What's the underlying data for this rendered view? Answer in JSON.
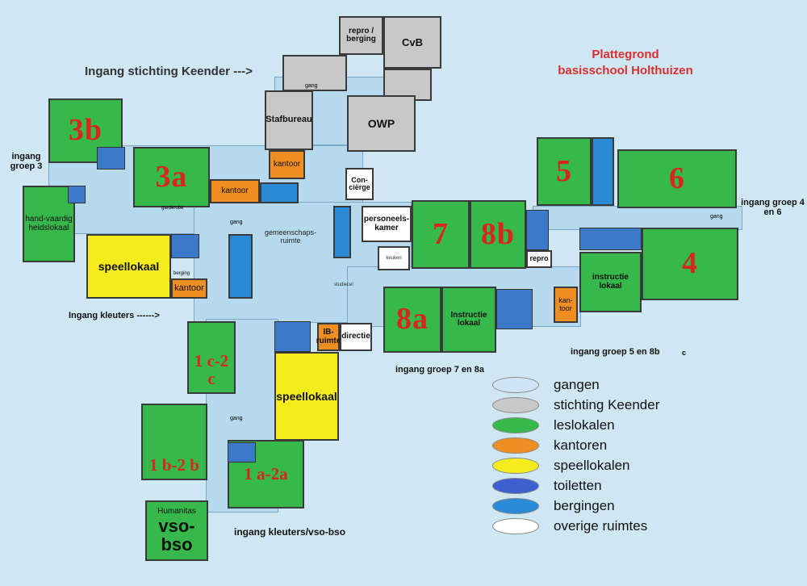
{
  "title": {
    "line1": "Plattegrond",
    "line2": "basisschool Holthuizen"
  },
  "entrances": {
    "keender": "Ingang stichting Keender --->",
    "groep3": "ingang groep 3",
    "groep4en6": "ingang groep 4 en 6",
    "kleuters": "Ingang kleuters ------>",
    "groep7en8a": "ingang groep 7 en 8a",
    "groep5en8b": "ingang groep 5 en 8b",
    "kleutersvso": "ingang kleuters/vso-bso"
  },
  "rooms": {
    "r3b": "3b",
    "r3a": "3a",
    "r5": "5",
    "r6": "6",
    "r7": "7",
    "r8b": "8b",
    "r4": "4",
    "r8a": "8a",
    "r1c2c": "1 c-2 c",
    "r1b2b": "1 b-2 b",
    "r1a2a": "1 a-2a",
    "handvaardig": "hand-vaardig heidslokaal",
    "speellokaal1": "speellokaal",
    "speellokaal2": "speellokaal",
    "kantoor1": "kantoor",
    "kantoor2": "kantoor",
    "kantoor3": "kantoor",
    "kantoor4": "kan-toor",
    "ibruimte": "IB-ruimte",
    "directie": "directie",
    "concierge": "Con-ciërge",
    "personeelskamer": "personeels-kamer",
    "gemeenschapsruimte": "gemeenschaps-ruimte",
    "stafbureau": "Stafbureau",
    "owp": "OWP",
    "cvb": "CvB",
    "reproberging": "repro / berging",
    "repro": "repro",
    "instructie1": "instructie lokaal",
    "instructie2": "Instructie lokaal",
    "humanitas": "Humanitas",
    "vsobso": "vso-bso",
    "gang": "gang",
    "berging": "berging",
    "studiecel": "studiecel",
    "keuken": "keuken",
    "garderobe": "garderobe",
    "stray_c": "c"
  },
  "legend": {
    "items": [
      {
        "label": "gangen",
        "color": "#cfe3f6"
      },
      {
        "label": "stichting Keender",
        "color": "#c8c8c8"
      },
      {
        "label": "leslokalen",
        "color": "#36b84a"
      },
      {
        "label": "kantoren",
        "color": "#ef8e22"
      },
      {
        "label": "speellokalen",
        "color": "#f4ec1c"
      },
      {
        "label": "toiletten",
        "color": "#3d5fd0"
      },
      {
        "label": "bergingen",
        "color": "#2b8ad6"
      },
      {
        "label": "overige ruimtes",
        "color": "#ffffff"
      }
    ]
  }
}
